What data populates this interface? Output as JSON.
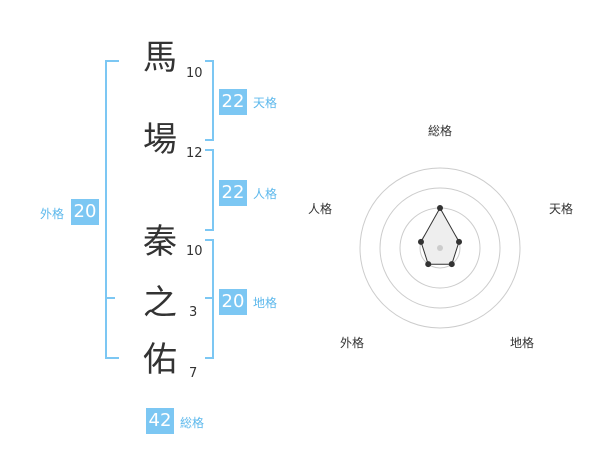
{
  "name": {
    "chars": [
      {
        "char": "馬",
        "strokes": "10"
      },
      {
        "char": "場",
        "strokes": "12"
      },
      {
        "char": "秦",
        "strokes": "10"
      },
      {
        "char": "之",
        "strokes": "3"
      },
      {
        "char": "佑",
        "strokes": "7"
      }
    ]
  },
  "fortune": {
    "tenkaku": {
      "value": "22",
      "label": "天格"
    },
    "jinkaku": {
      "value": "22",
      "label": "人格"
    },
    "chikaku": {
      "value": "20",
      "label": "地格"
    },
    "gaikaku": {
      "value": "20",
      "label": "外格"
    },
    "soukaku": {
      "value": "42",
      "label": "総格"
    }
  },
  "radar": {
    "labels": {
      "soukaku": "総格",
      "tenkaku": "天格",
      "chikaku": "地格",
      "gaikaku": "外格",
      "jinkaku": "人格"
    },
    "scores": {
      "soukaku": 2,
      "tenkaku": 1,
      "chikaku": 1,
      "gaikaku": 1,
      "jinkaku": 1
    },
    "max": 4,
    "colors": {
      "bracket": "#7cc7f3",
      "ring": "#cccccc",
      "polygon_fill": "#eeeeee",
      "polygon_stroke": "#333333",
      "center": "#cccccc"
    }
  }
}
